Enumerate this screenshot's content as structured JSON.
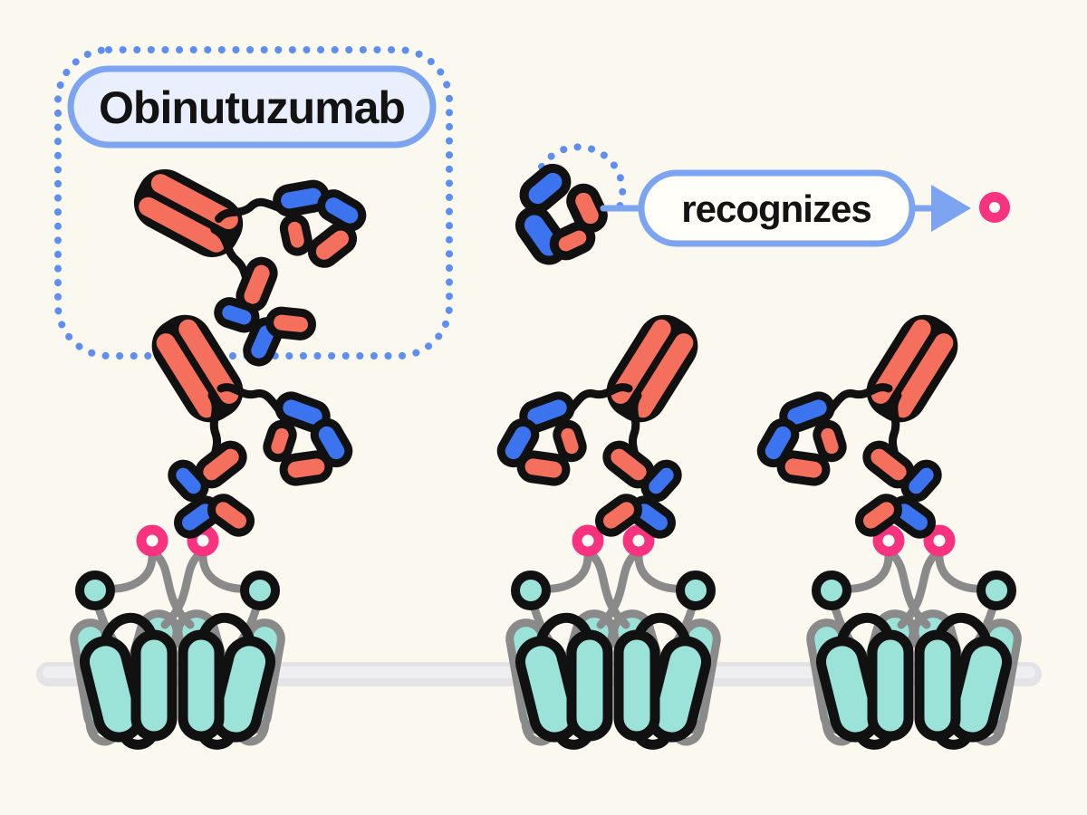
{
  "diagram": {
    "antibody": {
      "name": "Obinutuzumab"
    },
    "relation": {
      "verb": "recognizes"
    },
    "scene": {
      "antibody_copies": 4,
      "receptor_complexes": 3,
      "epitope_rings_per_complex": 2,
      "standalone_epitope_rings": 1
    },
    "icons": {
      "antibody_icon": "Y-shaped antibody made of red heavy-chain and blue light-chain capsules",
      "fab_fragment_icon": "antigen-binding fragment rosette of red and blue capsules",
      "epitope_icon": "pink ring epitope marker",
      "receptor_icon": "teal transmembrane helix bundle receptor (CD20-like) with gray loops",
      "membrane_icon": "horizontal light-gray membrane bar",
      "dotted_box_icon": "blue dotted rounded highlight box",
      "dotted_arc_icon": "blue dotted arc highlighting the Fab fragment",
      "arrow_icon": "blue right-pointing arrow"
    },
    "colors": {
      "background": "#FBF8EF",
      "outline_black": "#111111",
      "heavy_chain_red": "#F4705C",
      "light_chain_blue": "#3C73EF",
      "receptor_teal": "#9BE2D9",
      "loop_gray": "#8A8A8A",
      "membrane_gray": "#E4E3E5",
      "membrane_highlight": "#EFEEF0",
      "epitope_pink": "#F7327E",
      "dotted_blue": "#5E8FF0",
      "pill_border_blue": "#7CA4F1",
      "box_fill": "#F3F6FC",
      "name_pill_fill": "#E9EFFC",
      "action_pill_fill": "#FFFEF8"
    }
  }
}
